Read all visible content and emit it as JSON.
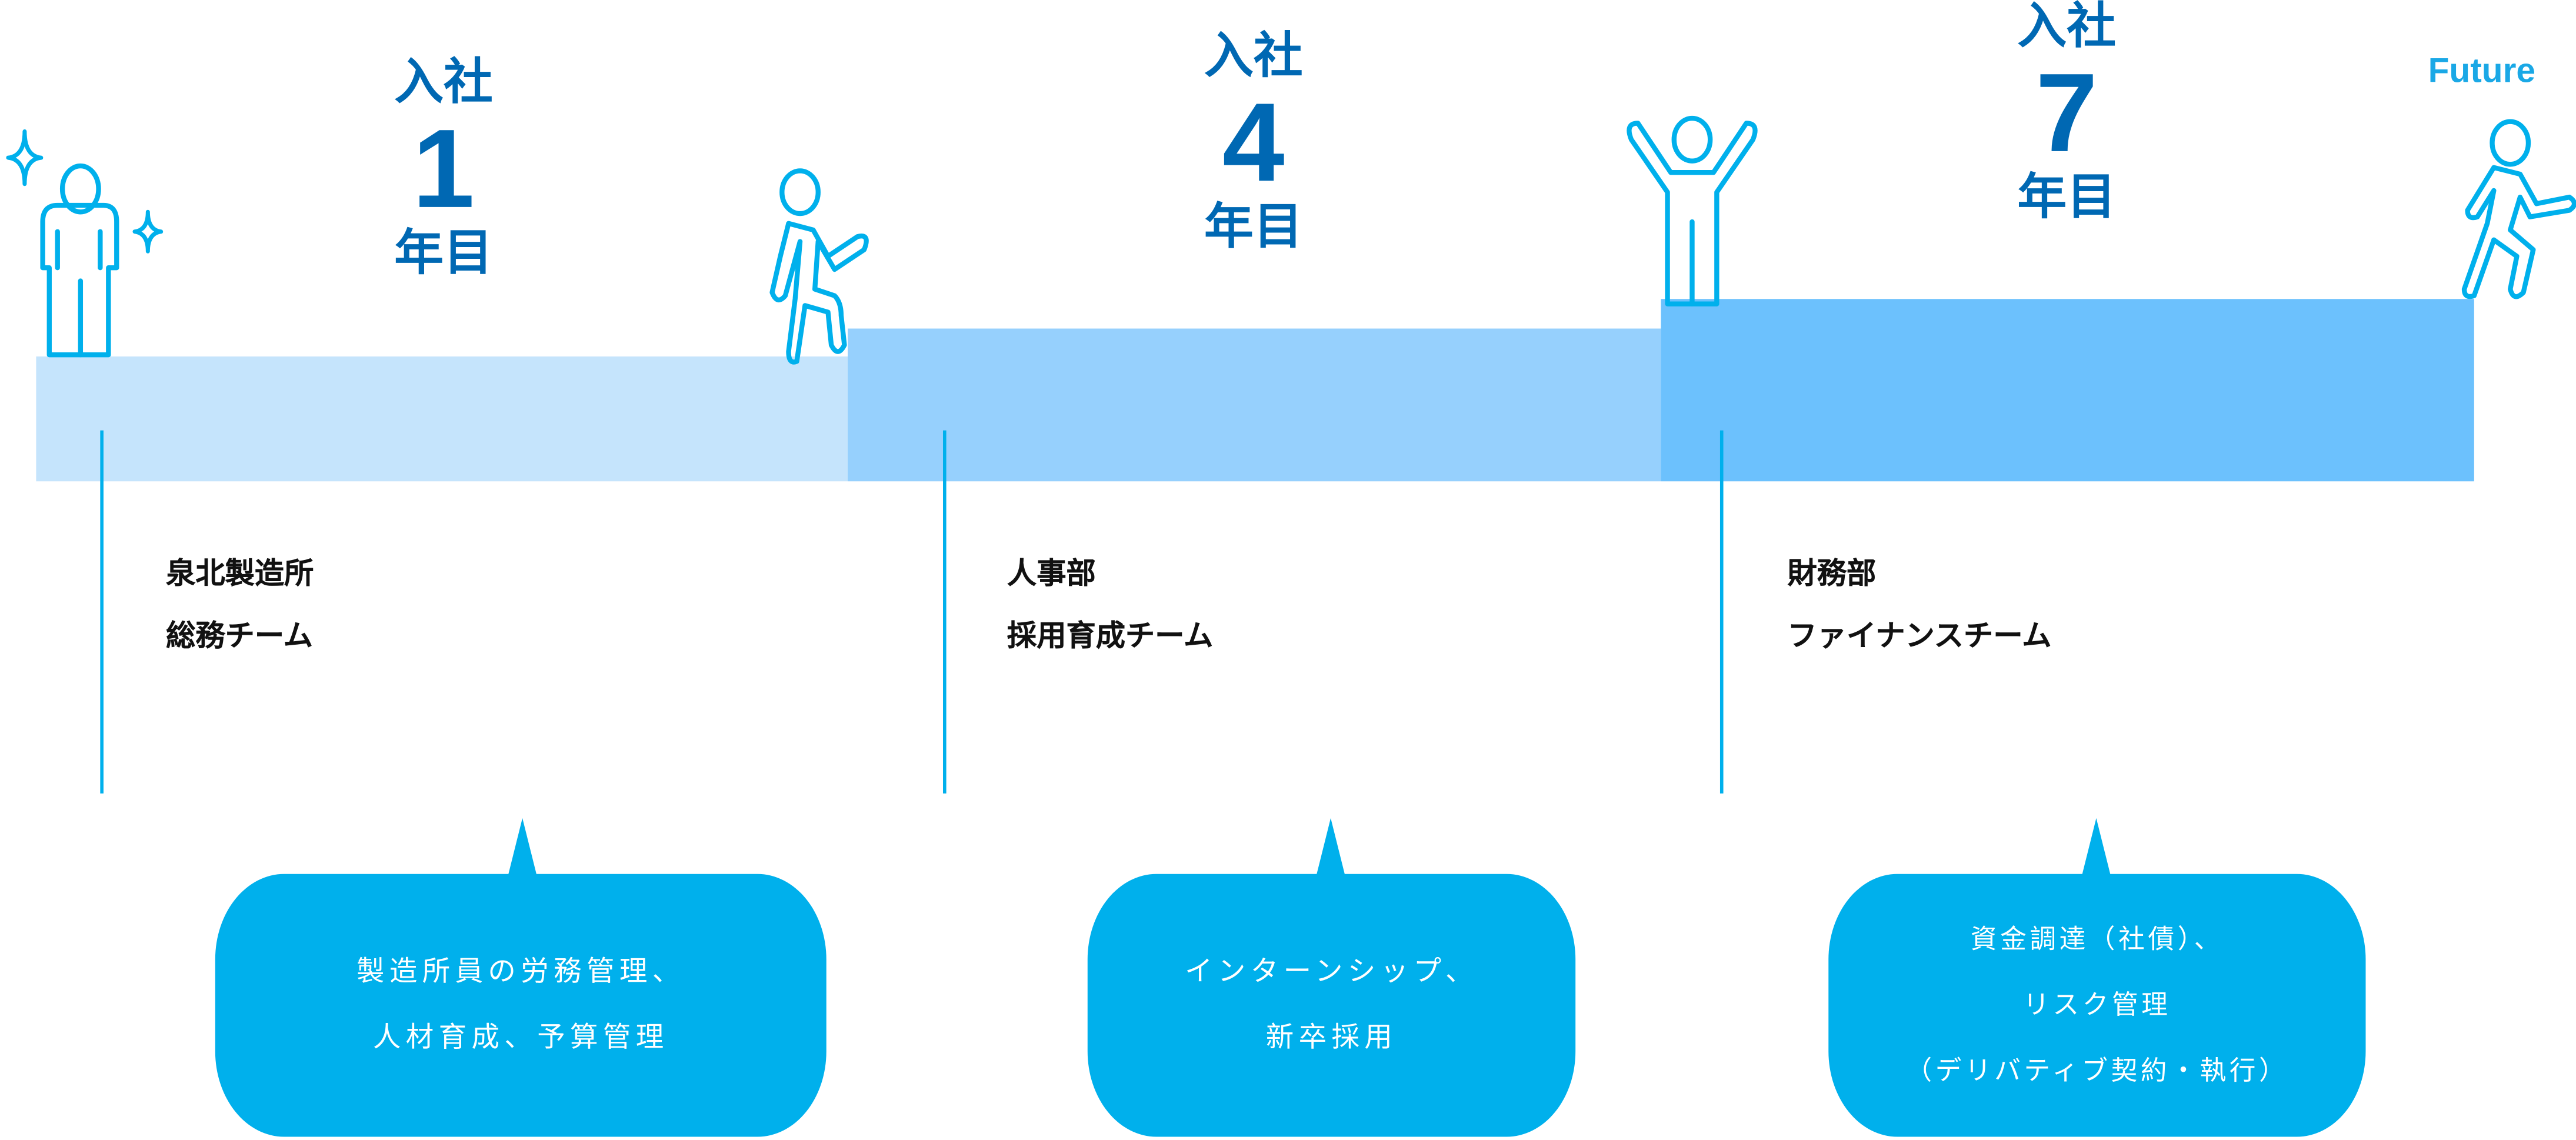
{
  "colors": {
    "bar1": "#c5e4fc",
    "bar2": "#96d0fd",
    "bar3": "#6cc1fd",
    "accent": "#00b0ec",
    "heading": "#0068b3"
  },
  "stages": [
    {
      "join_label": "入社",
      "year": "1",
      "year_suffix": "年目",
      "dept": "泉北製造所",
      "team": "総務チーム",
      "bubble": [
        "製造所員の労務管理、",
        "人材育成、予算管理"
      ]
    },
    {
      "join_label": "入社",
      "year": "4",
      "year_suffix": "年目",
      "dept": "人事部",
      "team": "採用育成チーム",
      "bubble": [
        "インターンシップ、",
        "新卒採用"
      ]
    },
    {
      "join_label": "入社",
      "year": "7",
      "year_suffix": "年目",
      "dept": "財務部",
      "team": "ファイナンスチーム",
      "bubble": [
        "資金調達（社債）、",
        "リスク管理",
        "（デリバティブ契約・執行）"
      ]
    }
  ],
  "future_label": "Future",
  "icons": [
    "person-standing-sparkle-icon",
    "person-climbing-icon",
    "person-cheering-icon",
    "person-running-icon"
  ]
}
